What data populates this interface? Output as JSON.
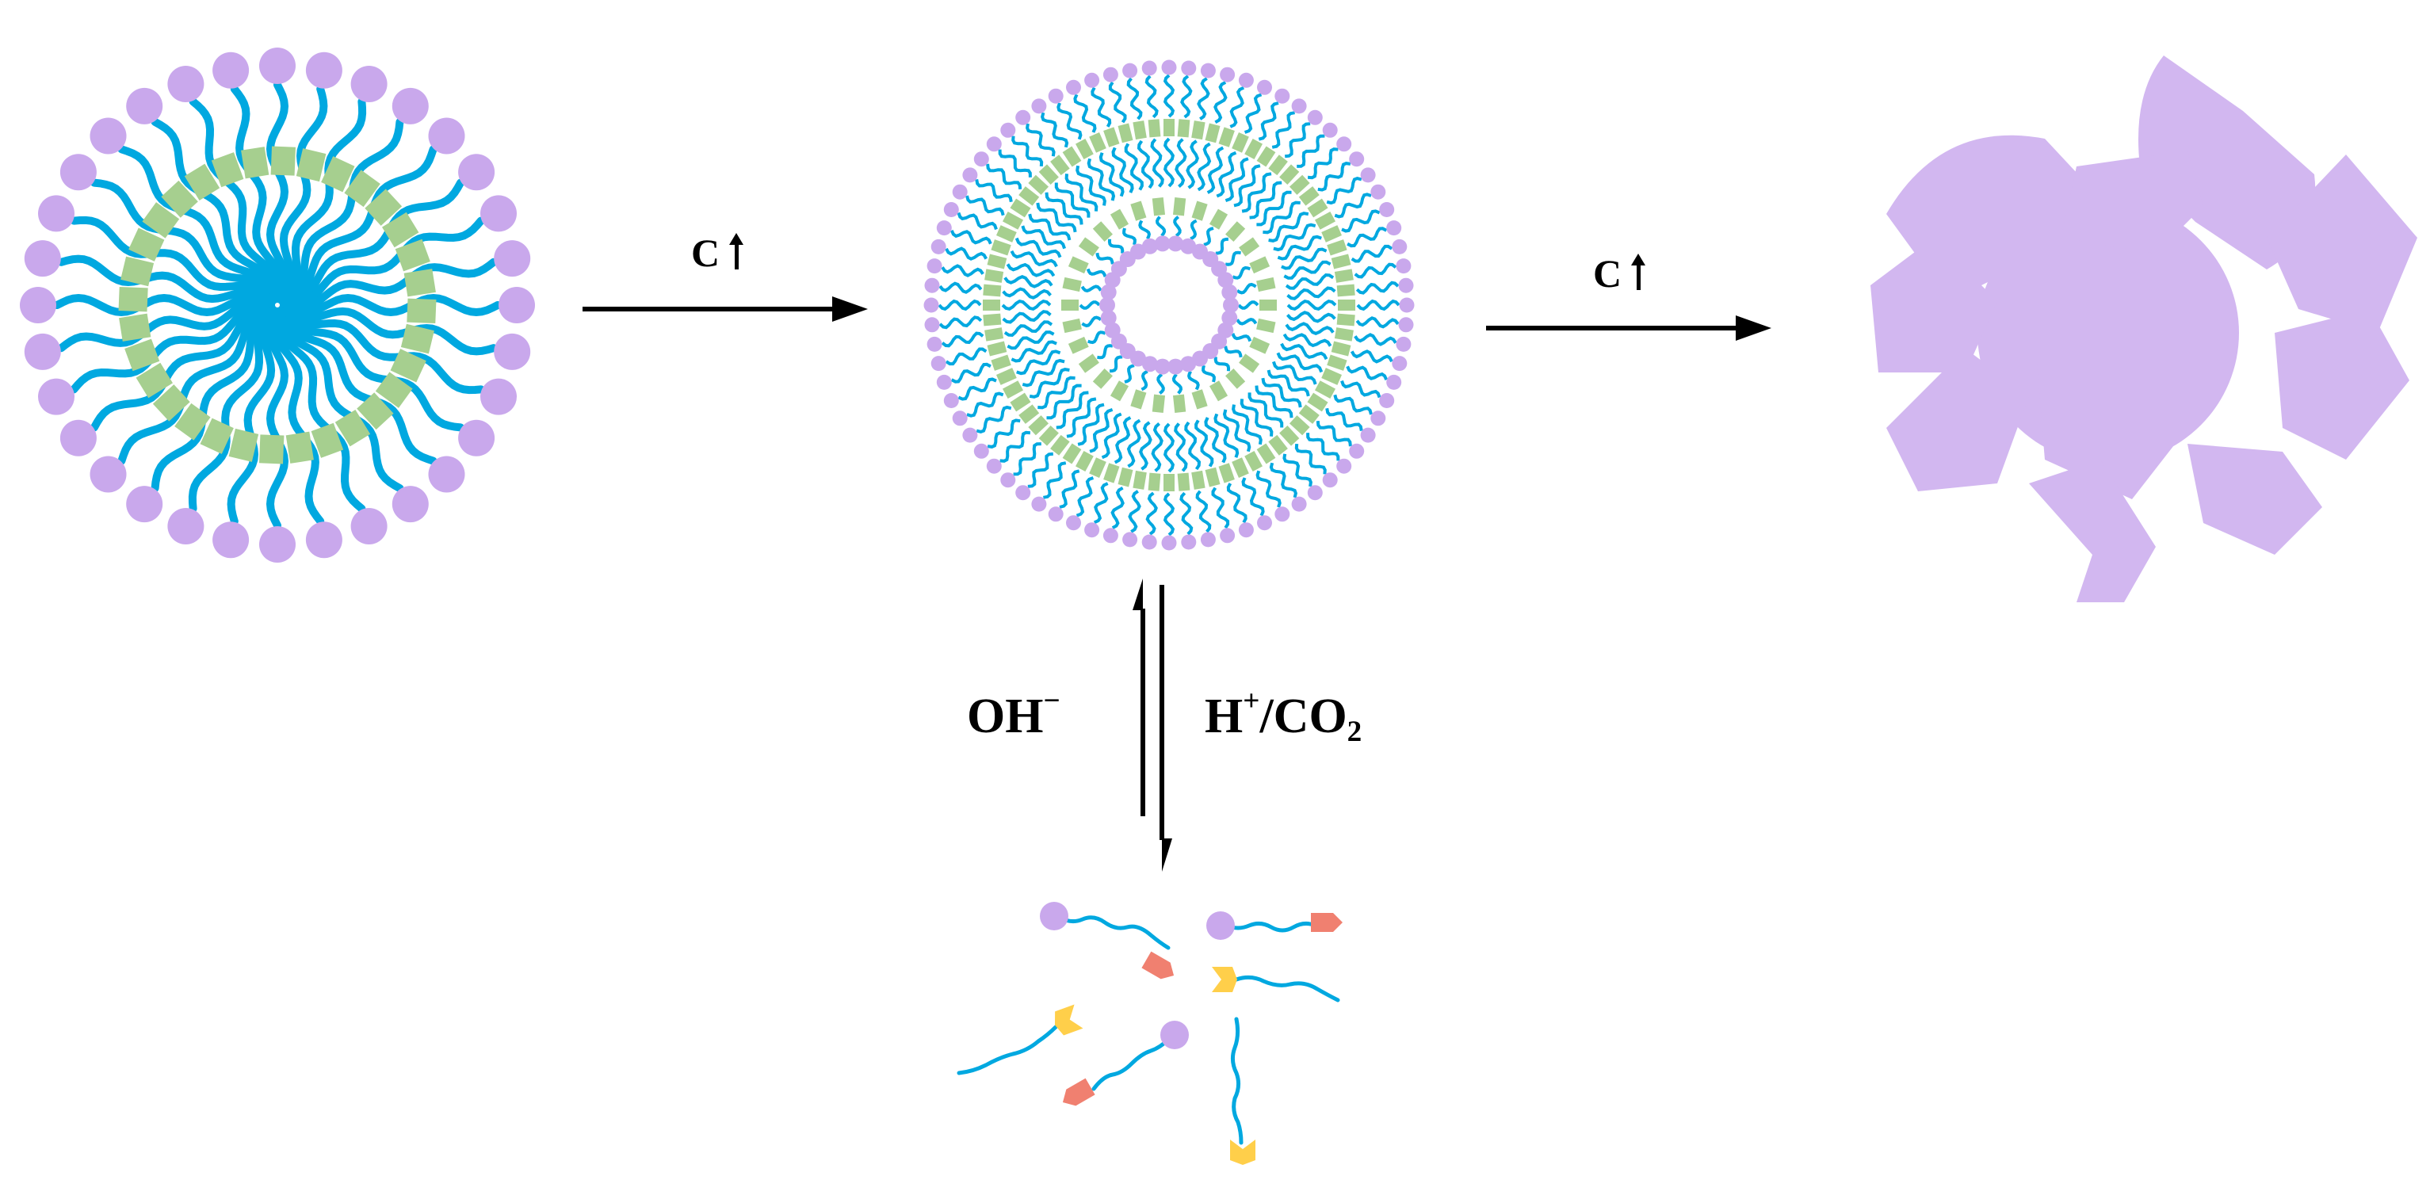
{
  "colors": {
    "head": "#c9a8ec",
    "tail": "#00a8e0",
    "spacer": "#a6cf8f",
    "aggregate": "#d2b7f0",
    "arrow": "#000000",
    "salmon": "#f08070",
    "yellow": "#ffcf4a"
  },
  "icons": {
    "micelle": "spherical-micelle-icon",
    "vesicle": "vesicle-icon",
    "aggregate": "aggregate-icon",
    "monomers": "free-surfactant-monomers-icon"
  },
  "labels": {
    "step1": {
      "text": "C"
    },
    "step2": {
      "text": "C"
    },
    "reverse": {
      "main": "OH",
      "sup": "−"
    },
    "forward": {
      "h": "H",
      "sup": "+",
      "mid": "/CO",
      "sub": "2"
    }
  }
}
